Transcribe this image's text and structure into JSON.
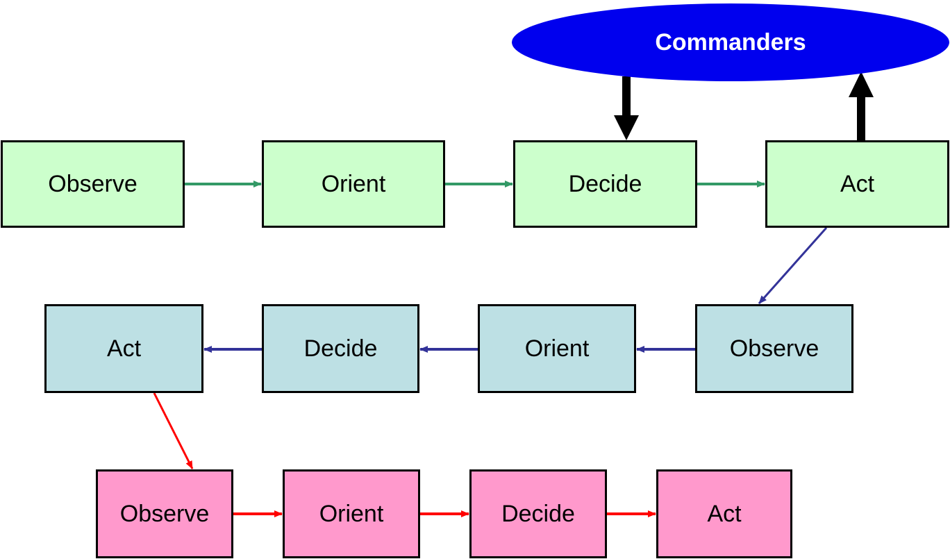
{
  "commanders": {
    "label": "Commanders",
    "color": "#0000ee"
  },
  "colors": {
    "row1_fill": "#ccffcc",
    "row2_fill": "#bde0e4",
    "row3_fill": "#ff99cc",
    "row1_arrow": "#339966",
    "row2_arrow": "#333399",
    "row3_arrow": "#ff0000",
    "command_arrow": "#000000"
  },
  "rows": [
    {
      "labels": [
        "Observe",
        "Orient",
        "Decide",
        "Act"
      ]
    },
    {
      "labels": [
        "Act",
        "Decide",
        "Orient",
        "Observe"
      ]
    },
    {
      "labels": [
        "Observe",
        "Orient",
        "Decide",
        "Act"
      ]
    }
  ]
}
